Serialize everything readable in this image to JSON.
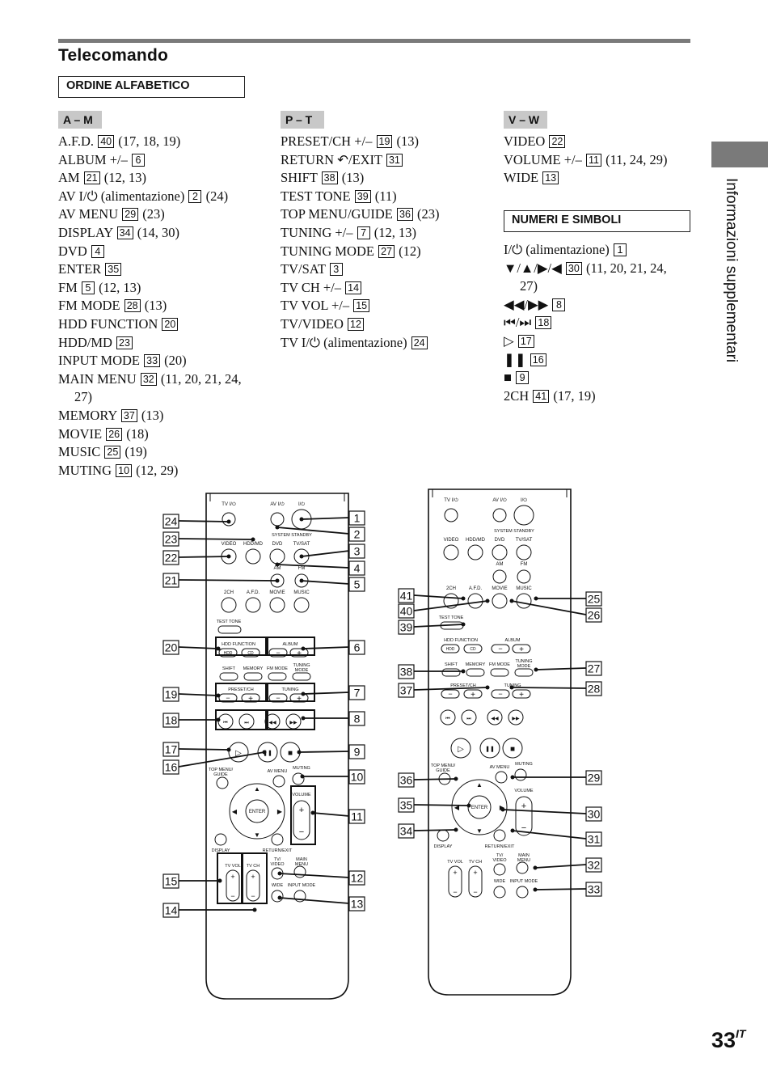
{
  "title": "Telecomando",
  "section_alpha": "ORDINE ALFABETICO",
  "section_symbols": "NUMERI E SIMBOLI",
  "side_tab": "Informazioni supplementari",
  "page_number": "33",
  "page_suffix": "IT",
  "group_am": "A – M",
  "group_pt": "P – T",
  "group_vw": "V – W",
  "entries_am": [
    {
      "name": "A.F.D.",
      "num": "40",
      "refs": "(17, 18, 19)"
    },
    {
      "name": "ALBUM +/–",
      "num": "6",
      "refs": ""
    },
    {
      "name": "AM",
      "num": "21",
      "refs": "(12, 13)"
    },
    {
      "name": "AV I/⏻ (alimentazione)",
      "num": "2",
      "refs": "(24)"
    },
    {
      "name": "AV MENU",
      "num": "29",
      "refs": "(23)"
    },
    {
      "name": "DISPLAY",
      "num": "34",
      "refs": "(14, 30)"
    },
    {
      "name": "DVD",
      "num": "4",
      "refs": ""
    },
    {
      "name": "ENTER",
      "num": "35",
      "refs": ""
    },
    {
      "name": "FM",
      "num": "5",
      "refs": "(12, 13)"
    },
    {
      "name": "FM MODE",
      "num": "28",
      "refs": "(13)"
    },
    {
      "name": "HDD FUNCTION",
      "num": "20",
      "refs": ""
    },
    {
      "name": "HDD/MD",
      "num": "23",
      "refs": ""
    },
    {
      "name": "INPUT MODE",
      "num": "33",
      "refs": "(20)"
    },
    {
      "name": "MAIN MENU",
      "num": "32",
      "refs": "(11, 20, 21, 24,",
      "cont": "27)"
    },
    {
      "name": "MEMORY",
      "num": "37",
      "refs": "(13)"
    },
    {
      "name": "MOVIE",
      "num": "26",
      "refs": "(18)"
    },
    {
      "name": "MUSIC",
      "num": "25",
      "refs": "(19)"
    },
    {
      "name": "MUTING",
      "num": "10",
      "refs": "(12, 29)"
    }
  ],
  "entries_pt": [
    {
      "name": "PRESET/CH +/–",
      "num": "19",
      "refs": "(13)"
    },
    {
      "name": "RETURN ↶/EXIT",
      "num": "31",
      "refs": ""
    },
    {
      "name": "SHIFT",
      "num": "38",
      "refs": "(13)"
    },
    {
      "name": "TEST TONE",
      "num": "39",
      "refs": "(11)"
    },
    {
      "name": "TOP MENU/GUIDE",
      "num": "36",
      "refs": "(23)"
    },
    {
      "name": "TUNING +/–",
      "num": "7",
      "refs": "(12, 13)"
    },
    {
      "name": "TUNING MODE",
      "num": "27",
      "refs": "(12)"
    },
    {
      "name": "TV/SAT",
      "num": "3",
      "refs": ""
    },
    {
      "name": "TV CH +/–",
      "num": "14",
      "refs": ""
    },
    {
      "name": "TV VOL +/–",
      "num": "15",
      "refs": ""
    },
    {
      "name": "TV/VIDEO",
      "num": "12",
      "refs": ""
    },
    {
      "name": "TV I/⏻ (alimentazione)",
      "num": "24",
      "refs": ""
    }
  ],
  "entries_vw": [
    {
      "name": "VIDEO",
      "num": "22",
      "refs": ""
    },
    {
      "name": "VOLUME +/–",
      "num": "11",
      "refs": "(11, 24, 29)"
    },
    {
      "name": "WIDE",
      "num": "13",
      "refs": ""
    }
  ],
  "entries_sym": [
    {
      "name": "I/⏻ (alimentazione)",
      "num": "1",
      "refs": ""
    },
    {
      "name": "▼/▲/▶/◀",
      "num": "30",
      "refs": "(11, 20, 21, 24,",
      "cont": "27)"
    },
    {
      "name": "◀◀/▶▶",
      "num": "8",
      "refs": ""
    },
    {
      "name": "⏮/⏭",
      "num": "18",
      "refs": ""
    },
    {
      "name": "▷",
      "num": "17",
      "refs": ""
    },
    {
      "name": "❚❚",
      "num": "16",
      "refs": ""
    },
    {
      "name": "■",
      "num": "9",
      "refs": ""
    },
    {
      "name": "2CH",
      "num": "41",
      "refs": "(17, 19)"
    }
  ],
  "remote_labels": {
    "tv_power": "TV I/⏻",
    "av_power": "AV I/⏻",
    "power": "I/⏻",
    "system_standby": "SYSTEM STANDBY",
    "video": "VIDEO",
    "hddmd": "HDD/MD",
    "dvd": "DVD",
    "tvsat": "TV/SAT",
    "am": "AM",
    "fm": "FM",
    "ch2": "2CH",
    "afd": "A.F.D.",
    "movie": "MOVIE",
    "music": "MUSIC",
    "test_tone": "TEST TONE",
    "hdd_function": "HDD FUNCTION",
    "hdd": "HDD",
    "cd": "CD",
    "album": "ALBUM",
    "shift": "SHIFT",
    "memory": "MEMORY",
    "fm_mode": "FM MODE",
    "tuning_mode": "TUNING MODE",
    "preset_ch": "PRESET/CH",
    "tuning": "TUNING",
    "top_menu_guide": "TOP MENU/ GUIDE",
    "av_menu": "AV MENU",
    "muting": "MUTING",
    "enter": "ENTER",
    "volume": "VOLUME",
    "display": "DISPLAY",
    "return_exit": "RETURN/EXIT",
    "tv_vol": "TV VOL",
    "tv_ch": "TV CH",
    "tv_video": "TV/ VIDEO",
    "main_menu": "MAIN MENU",
    "wide": "WIDE",
    "input_mode": "INPUT MODE"
  },
  "callouts_left": {
    "right": [
      "1",
      "2",
      "3",
      "4",
      "5",
      "6",
      "7",
      "8",
      "9",
      "10",
      "11",
      "12",
      "13"
    ],
    "left": [
      "24",
      "23",
      "22",
      "21",
      "20",
      "19",
      "18",
      "17",
      "16",
      "15",
      "14"
    ]
  },
  "callouts_right": {
    "left": [
      "41",
      "40",
      "39",
      "38",
      "37",
      "36",
      "35",
      "34"
    ],
    "right": [
      "25",
      "26",
      "27",
      "28",
      "29",
      "30",
      "31",
      "32",
      "33"
    ]
  }
}
